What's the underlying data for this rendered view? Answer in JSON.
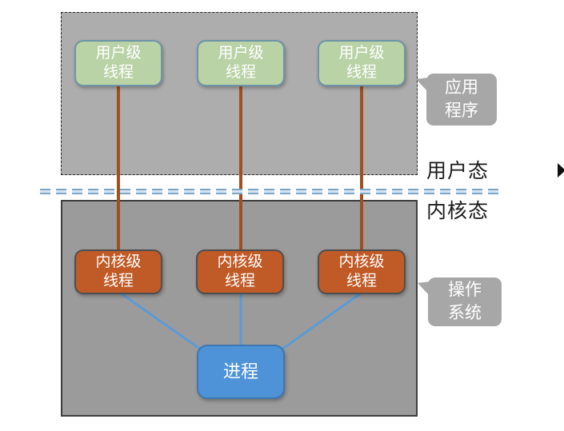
{
  "diagram_title": "user-level vs kernel-level threads mapping (many-to-one inside one process)",
  "nodes": {
    "user_threads": [
      {
        "line1": "用户级",
        "line2": "线程"
      },
      {
        "line1": "用户级",
        "line2": "线程"
      },
      {
        "line1": "用户级",
        "line2": "线程"
      }
    ],
    "kernel_threads": [
      {
        "line1": "内核级",
        "line2": "线程"
      },
      {
        "line1": "内核级",
        "line2": "线程"
      },
      {
        "line1": "内核级",
        "line2": "线程"
      }
    ],
    "process": {
      "label": "进程"
    }
  },
  "callouts": {
    "application": {
      "line1": "应用",
      "line2": "程序"
    },
    "operating_system": {
      "line1": "操作",
      "line2": "系统"
    }
  },
  "mode_labels": {
    "user_mode": "用户态",
    "kernel_mode": "内核态"
  },
  "colors": {
    "user_region_fill": "#adadad",
    "kernel_region_fill": "#9b9b9b",
    "user_thread_fill": "#b9d2a6",
    "user_thread_border": "#6e94a8",
    "kernel_thread_fill": "#c05a26",
    "kernel_thread_border": "#4f4f4f",
    "process_fill": "#4e92d8",
    "process_border": "#3f77b0",
    "user_kernel_link": "#a24f1f",
    "process_link": "#5b9bd5",
    "mode_divider": "#7ba7c7",
    "callout_fill": "#a7a7a7",
    "text_on_node": "#ffffff",
    "label_text": "#1a1a1a"
  }
}
